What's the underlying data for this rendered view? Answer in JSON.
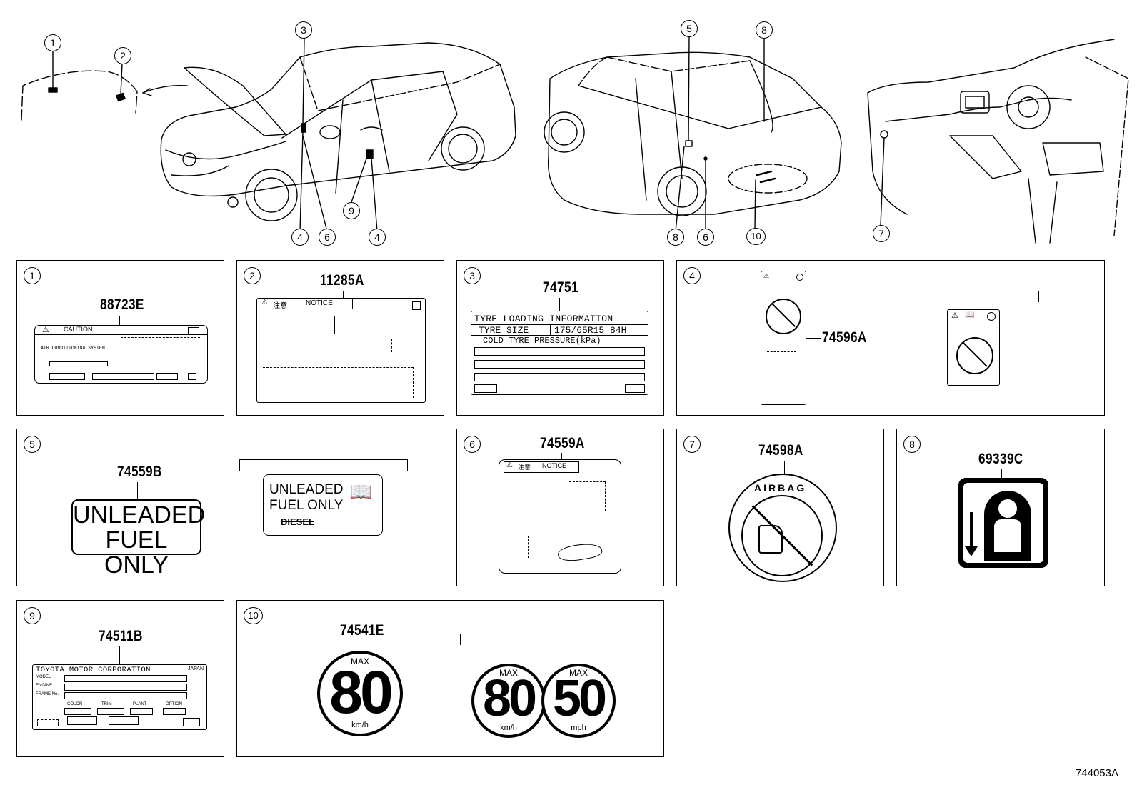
{
  "callouts_top": [
    "1",
    "2",
    "3",
    "4",
    "6",
    "4",
    "9",
    "5",
    "8",
    "8",
    "6",
    "10",
    "7"
  ],
  "panels": [
    {
      "num": "1",
      "part": "88723E"
    },
    {
      "num": "2",
      "part": "11285A"
    },
    {
      "num": "3",
      "part": "74751"
    },
    {
      "num": "4",
      "part": "74596A"
    },
    {
      "num": "5",
      "part": "74559B"
    },
    {
      "num": "6",
      "part": "74559A"
    },
    {
      "num": "7",
      "part": "74598A"
    },
    {
      "num": "8",
      "part": "69339C"
    },
    {
      "num": "9",
      "part": "74511B"
    },
    {
      "num": "10",
      "part": "74541E"
    }
  ],
  "labels": {
    "caution": "CAUTION",
    "ac_system": "AIR CONDITIONING SYSTEM",
    "notice": "NOTICE",
    "notice_jp": "注意",
    "tyre_title": "TYRE-LOADING INFORMATION",
    "tyre_size_label": "TYRE  SIZE",
    "tyre_size_value": "175/65R15 84H",
    "tyre_pressure": "COLD TYRE PRESSURE(kPa)",
    "unleaded_line1": "UNLEADED",
    "unleaded_line2": "FUEL ONLY",
    "diesel": "DIESEL",
    "airbag": "AIRBAG",
    "tmc": "TOYOTA MOTOR CORPORATION",
    "japan": "JAPAN",
    "model": "MODEL",
    "engine": "ENGINE",
    "frame": "FRAME No.",
    "color": "COLOR",
    "trim": "TRIM",
    "plant": "PLANT",
    "option": "OPTION",
    "max": "MAX",
    "speed_80": "80",
    "speed_50": "50",
    "kmh": "km/h",
    "mph": "mph"
  },
  "document_id": "744053A"
}
